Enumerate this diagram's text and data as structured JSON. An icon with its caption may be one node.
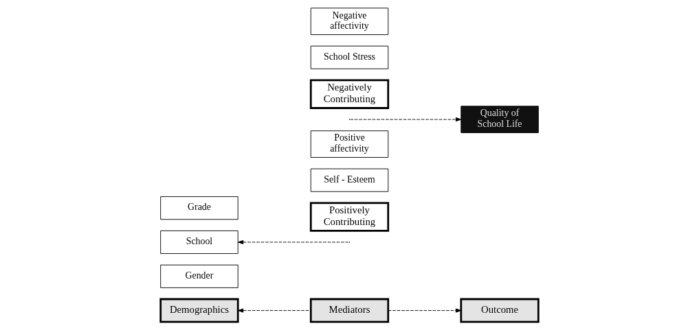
{
  "diagram": {
    "nodes": [
      {
        "text": [
          "Demographics"
        ]
      },
      {
        "text": [
          "Mediators"
        ]
      },
      {
        "text": [
          "Outcome"
        ]
      },
      {
        "text": [
          "Positively Contributing"
        ]
      },
      {
        "text": [
          "Self - Esteem"
        ]
      },
      {
        "text": [
          "Positive affectivity"
        ]
      },
      {
        "text": [
          "Gender"
        ]
      },
      {
        "text": [
          "School"
        ]
      },
      {
        "text": [
          "Grade"
        ]
      },
      {
        "text": [
          "Negatively Contributing"
        ]
      },
      {
        "text": [
          "School Stress"
        ]
      },
      {
        "text": [
          "Negative affectivity"
        ]
      },
      {
        "text": [
          "Quality of School Life"
        ]
      }
    ],
    "edges": [
      {
        "from": 1,
        "to": 0,
        "arrow": "to",
        "style": "dashed"
      },
      {
        "from": 1,
        "to": 2,
        "arrow": "to",
        "style": "dashed"
      },
      {
        "from": null,
        "to": 7,
        "arrow": "to",
        "style": "dashed"
      },
      {
        "from": null,
        "to": 12,
        "arrow": "to",
        "style": "dashed"
      }
    ]
  }
}
